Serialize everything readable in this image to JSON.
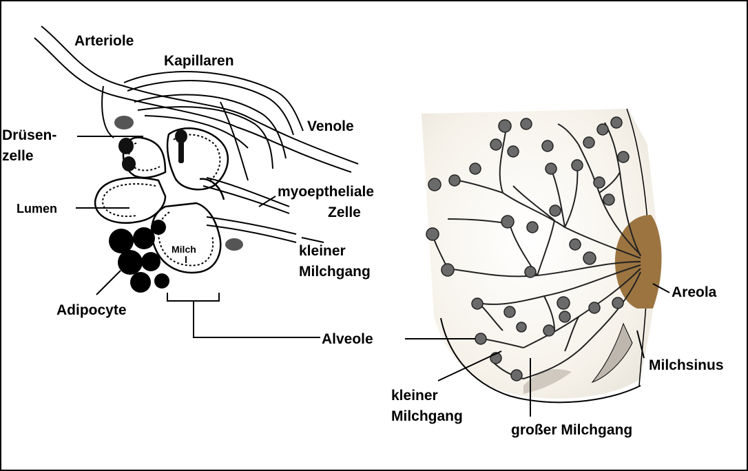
{
  "labels": {
    "arteriole": "Arteriole",
    "kapillaren": "Kapillaren",
    "venole": "Venole",
    "druesenzelle_1": "Drüsen-",
    "druesenzelle_2": "zelle",
    "lumen": "Lumen",
    "myoepitheliale_1": "myoeptheliale",
    "myoepitheliale_2": "Zelle",
    "milch": "Milch",
    "kleiner_milchgang_left_1": "kleiner",
    "kleiner_milchgang_left_2": "Milchgang",
    "adipocyte": "Adipocyte",
    "alveole": "Alveole",
    "areola": "Areola",
    "milchsinus": "Milchsinus",
    "kleiner_milchgang_right_1": "kleiner",
    "kleiner_milchgang_right_2": "Milchgang",
    "grosser_milchgang": "großer Milchgang"
  },
  "colors": {
    "areola": "#9b7440",
    "line": "#000000",
    "tissue": "#f4f0e4"
  }
}
